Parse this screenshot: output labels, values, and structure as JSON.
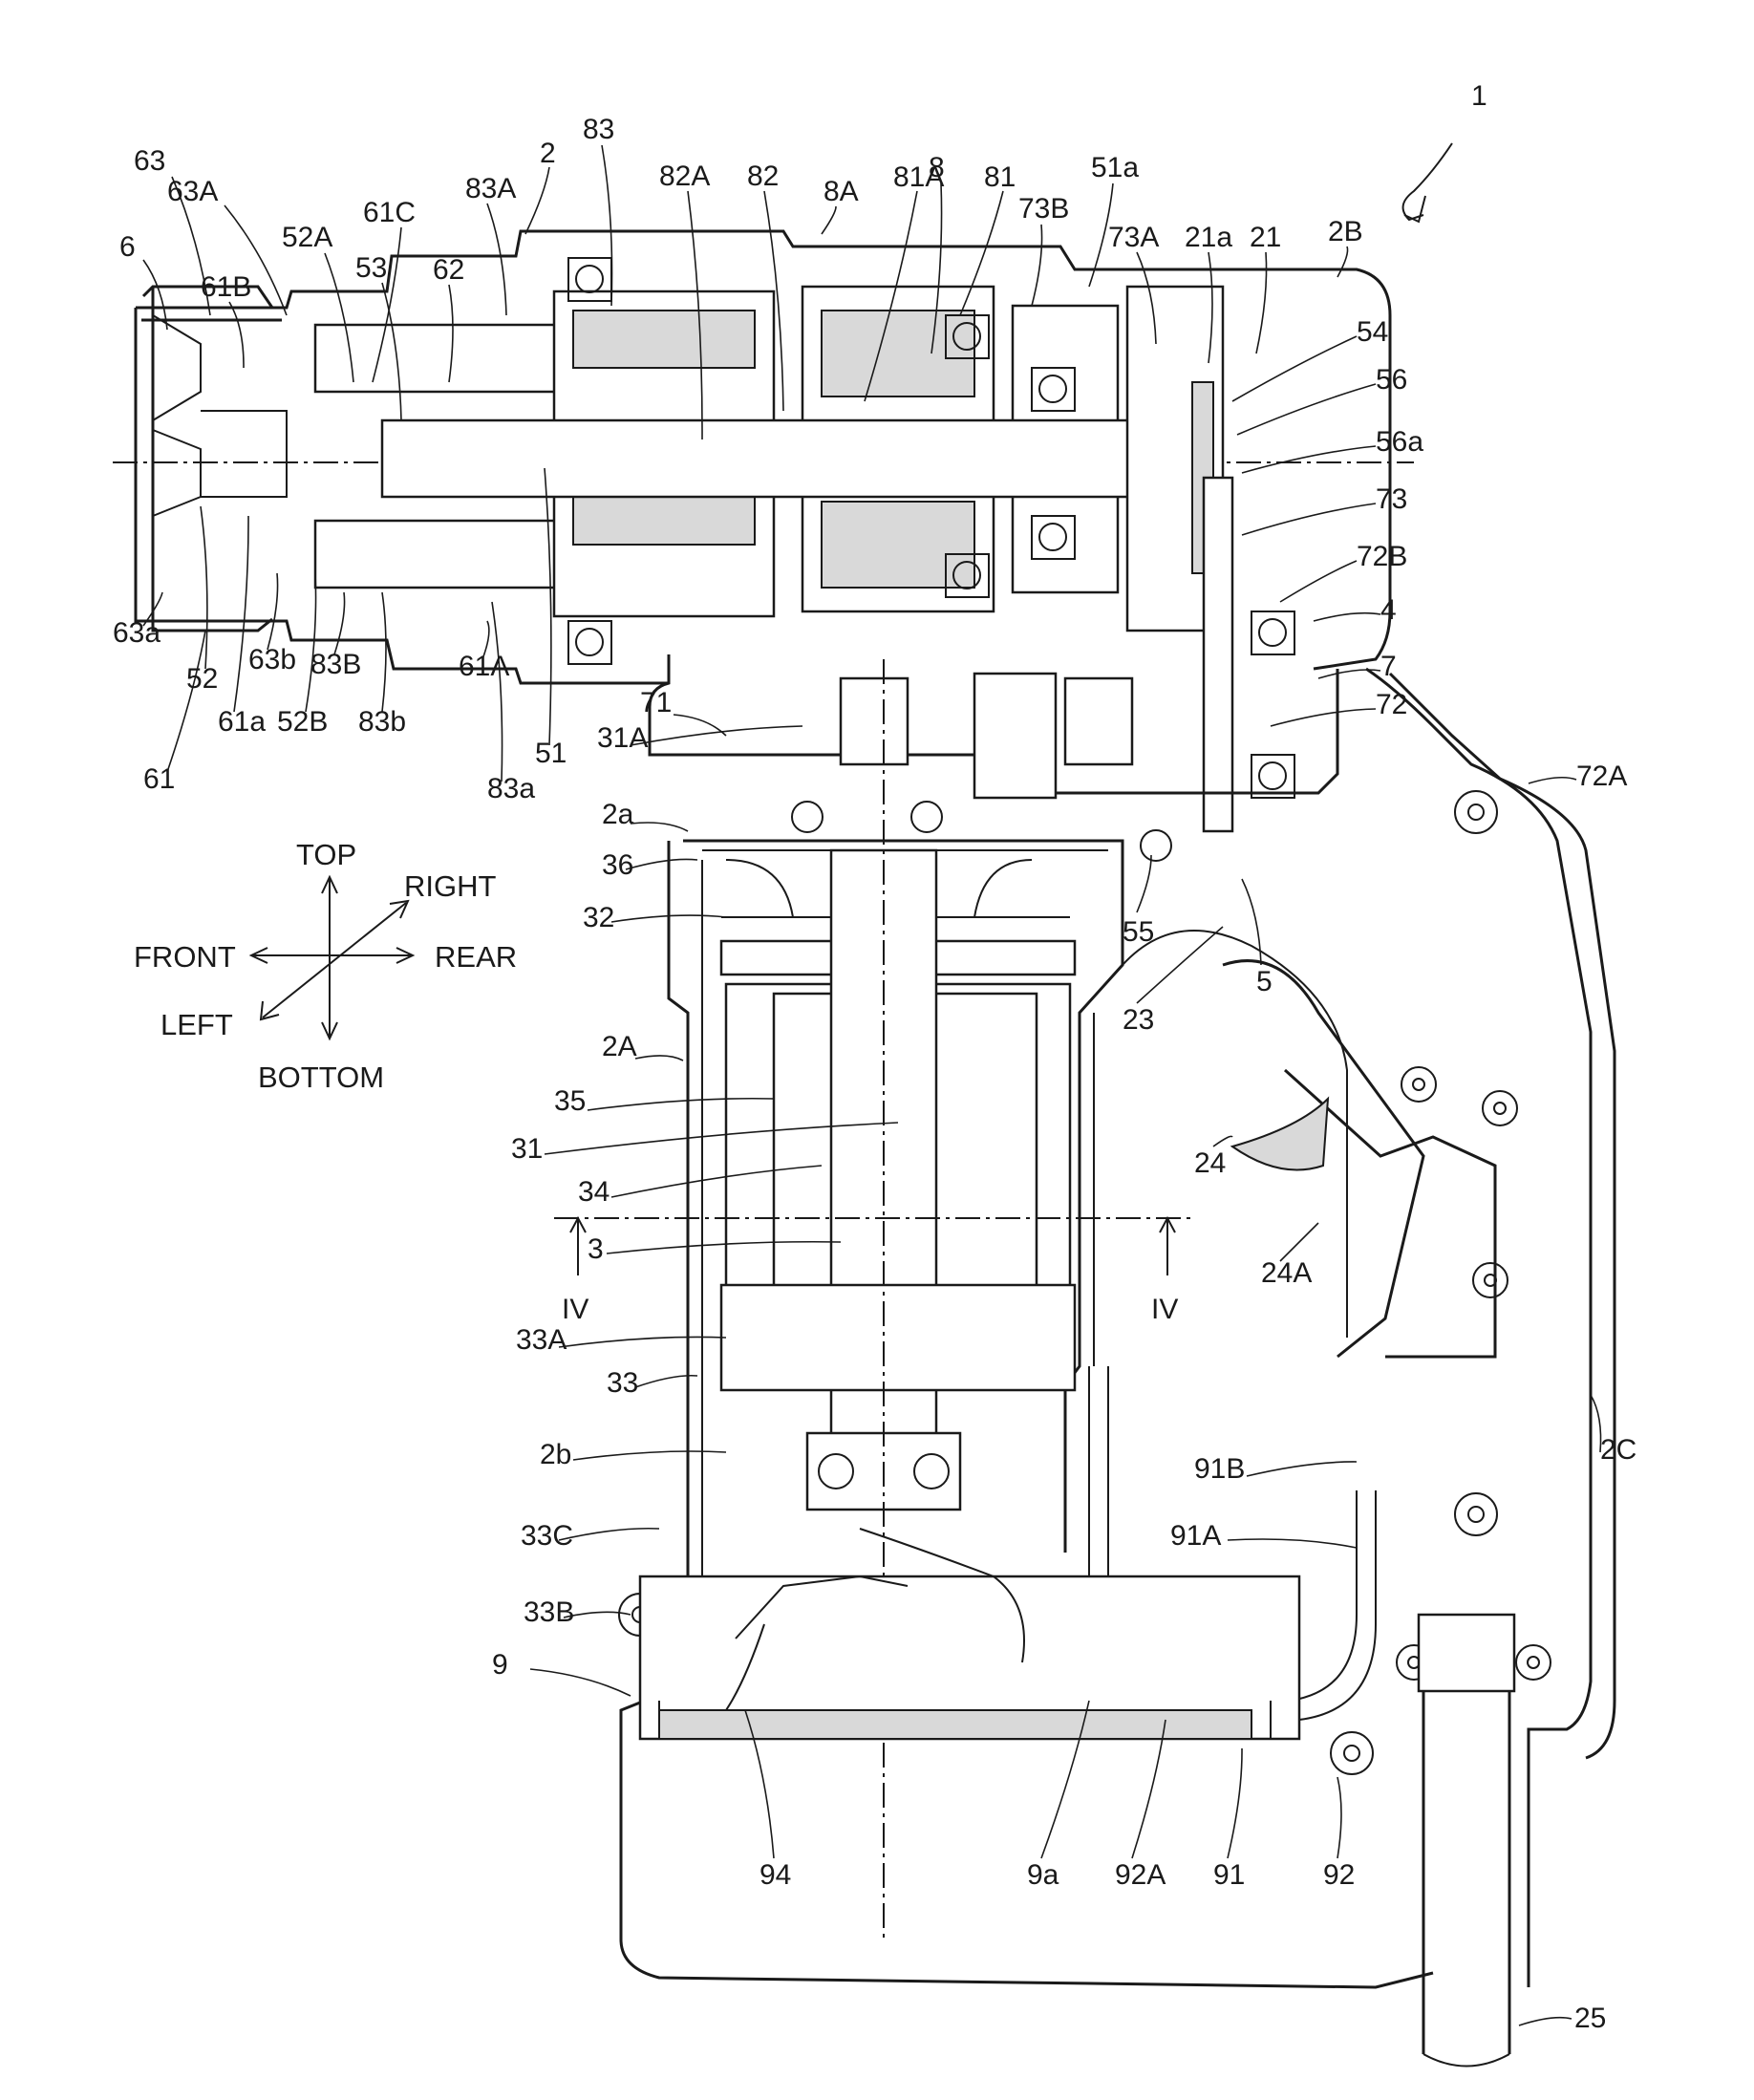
{
  "figure_ref": "1",
  "direction_labels": {
    "top": "TOP",
    "bottom": "BOTTOM",
    "front": "FRONT",
    "rear": "REAR",
    "right": "RIGHT",
    "left": "LEFT"
  },
  "section_marks": [
    "IV",
    "IV"
  ],
  "part_labels": [
    "63",
    "63A",
    "6",
    "61B",
    "52A",
    "61C",
    "62",
    "53",
    "83",
    "2",
    "83A",
    "82A",
    "82",
    "8A",
    "81A",
    "8",
    "81",
    "73B",
    "51a",
    "73A",
    "21a",
    "21",
    "2B",
    "54",
    "56",
    "56a",
    "73",
    "72B",
    "4",
    "7",
    "72",
    "72A",
    "63a",
    "52",
    "61a",
    "63b",
    "52B",
    "83b",
    "83B",
    "61A",
    "51",
    "83a",
    "61",
    "71",
    "31A",
    "2a",
    "36",
    "32",
    "55",
    "23",
    "5",
    "2A",
    "35",
    "31",
    "34",
    "3",
    "24",
    "24A",
    "33A",
    "33",
    "2b",
    "91B",
    "2C",
    "33C",
    "91A",
    "33B",
    "9",
    "94",
    "9a",
    "92A",
    "91",
    "92",
    "25"
  ]
}
